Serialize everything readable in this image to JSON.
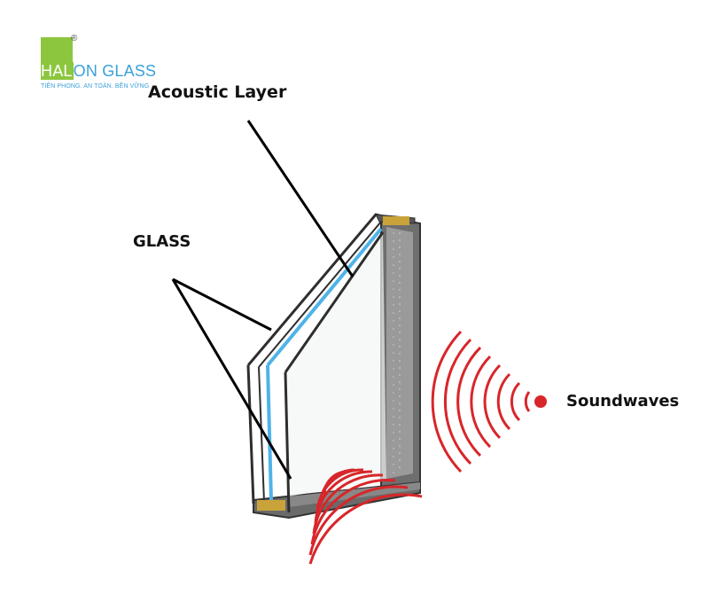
{
  "logo": {
    "brand_part1": "HAL",
    "brand_part2": "ON GLASS",
    "registered": "®",
    "tagline": "TIÊN PHONG. AN TOÀN. BỀN VỮNG"
  },
  "labels": {
    "acoustic_layer": "Acoustic Layer",
    "glass": "GLASS",
    "soundwaves": "Soundwaves"
  },
  "colors": {
    "logo_green": "#8cc63e",
    "logo_blue": "#3aa0d8",
    "acoustic_layer": "#4fb3e8",
    "soundwave": "#d8262a",
    "frame": "#3a3a3a"
  }
}
